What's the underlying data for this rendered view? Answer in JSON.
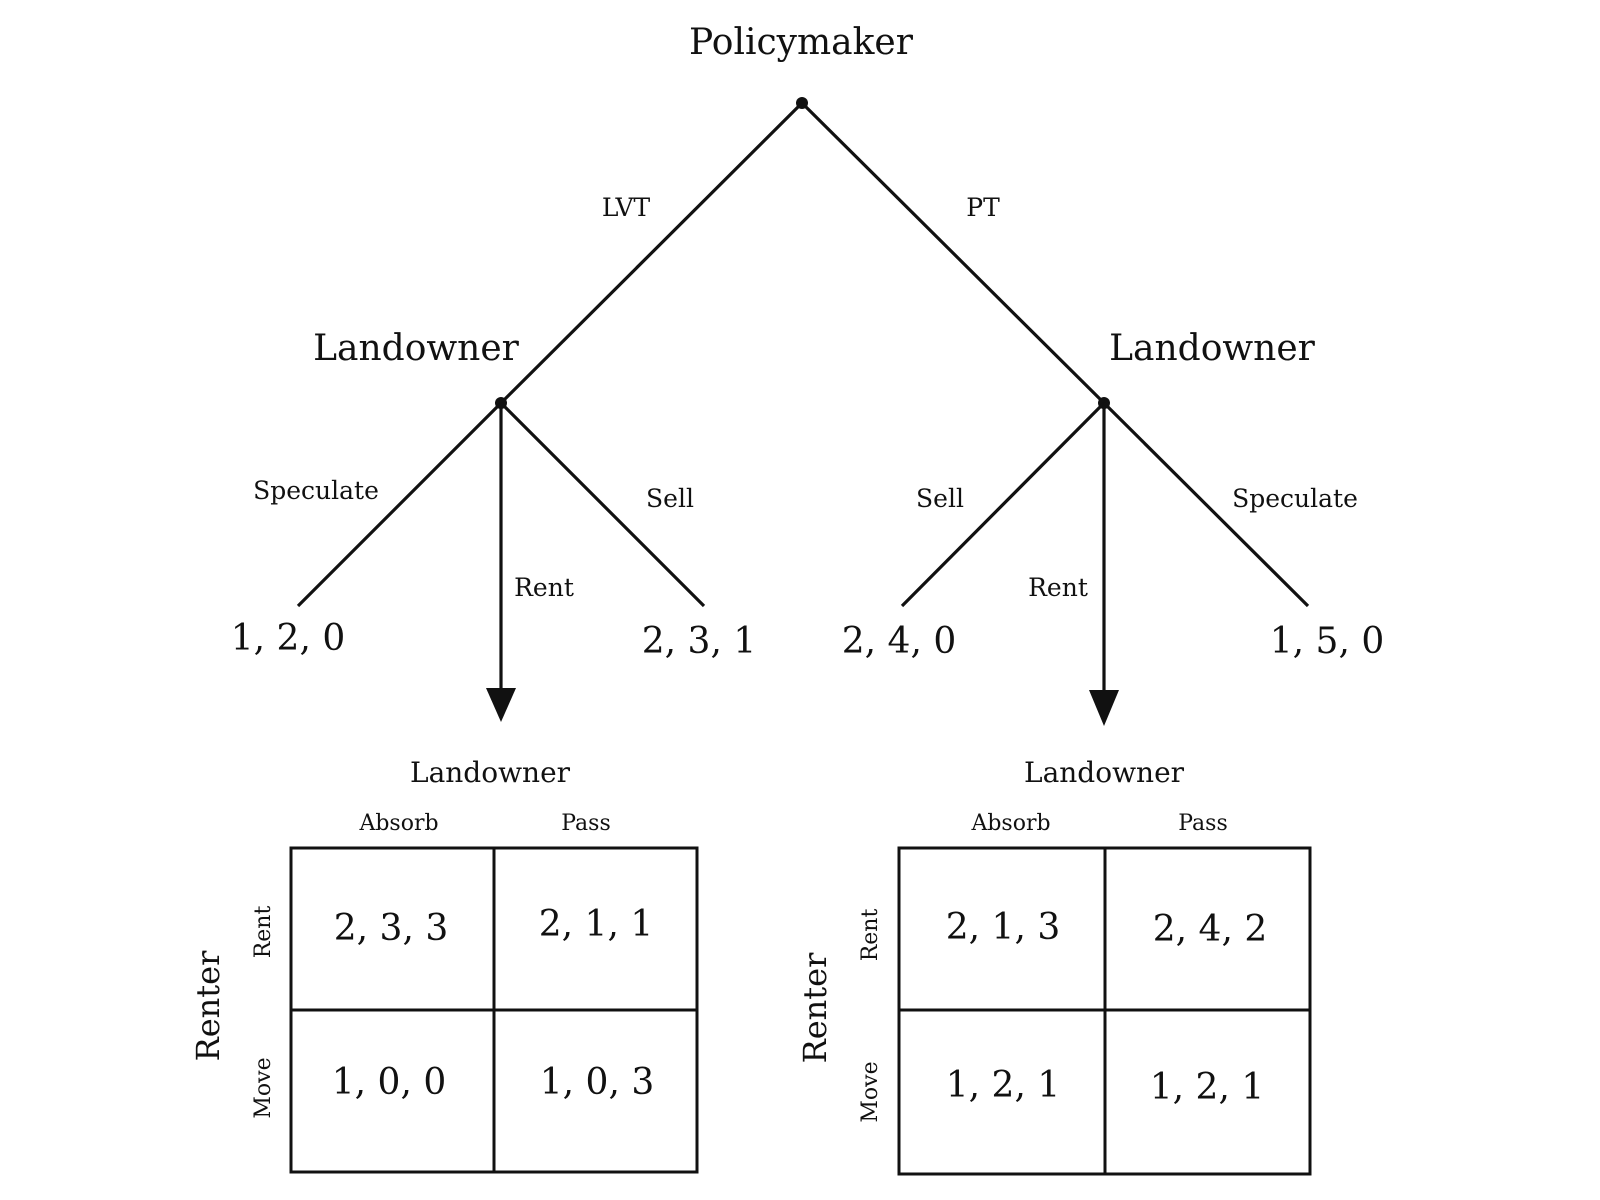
{
  "tree": {
    "root_player": "Policymaker",
    "left_branch": "LVT",
    "right_branch": "PT",
    "left_node_player": "Landowner",
    "right_node_player": "Landowner",
    "left_actions": {
      "speculate": "Speculate",
      "rent": "Rent",
      "sell": "Sell"
    },
    "right_actions": {
      "sell": "Sell",
      "rent": "Rent",
      "speculate": "Speculate"
    },
    "left_payoffs": {
      "speculate": "1, 2, 0",
      "sell": "2, 3, 1"
    },
    "right_payoffs": {
      "sell": "2, 4, 0",
      "speculate": "1, 5, 0"
    }
  },
  "matrices": [
    {
      "column_player": "Landowner",
      "row_player": "Renter",
      "columns": [
        "Absorb",
        "Pass"
      ],
      "rows": [
        "Rent",
        "Move"
      ],
      "cells": [
        [
          "2, 3, 3",
          "2, 1, 1"
        ],
        [
          "1, 0, 0",
          "1, 0, 3"
        ]
      ]
    },
    {
      "column_player": "Landowner",
      "row_player": "Renter",
      "columns": [
        "Absorb",
        "Pass"
      ],
      "rows": [
        "Rent",
        "Move"
      ],
      "cells": [
        [
          "2, 1, 3",
          "2, 4, 2"
        ],
        [
          "1, 2, 1",
          "1, 2, 1"
        ]
      ]
    }
  ]
}
